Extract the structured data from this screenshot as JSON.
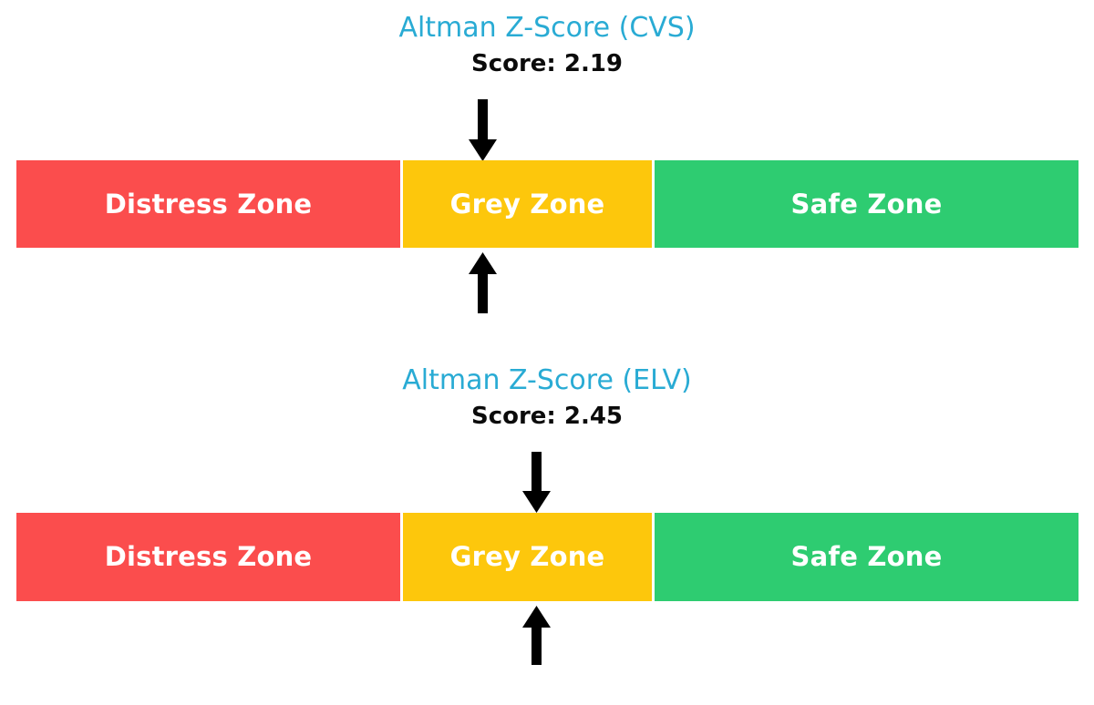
{
  "page": {
    "background_color": "#ffffff",
    "title_color": "#29abd4",
    "score_color": "#0b0b0b",
    "arrow_color": "#000000",
    "label_color": "#ffffff"
  },
  "chart_data": {
    "type": "bar",
    "title": "Altman Z-Score Zone Gauges",
    "xlabel": "",
    "ylabel": "",
    "charts": [
      {
        "title": "Altman Z-Score (CVS)",
        "score_label": "Score: 2.19",
        "score_value": 2.19,
        "ticker": "CVS",
        "marker_zone": "Grey Zone",
        "categories": [
          "Distress Zone",
          "Grey Zone",
          "Safe Zone"
        ],
        "values": [
          36.1,
          23.4,
          40.5
        ],
        "colors": [
          "#fb4d4d",
          "#fdc70c",
          "#2ecc71"
        ],
        "markers": [
          {
            "name": "top-down-arrow",
            "direction": "down",
            "position_pct": 43.8
          },
          {
            "name": "bottom-up-arrow",
            "direction": "up",
            "position_pct": 43.8
          }
        ]
      },
      {
        "title": "Altman Z-Score (ELV)",
        "score_label": "Score: 2.45",
        "score_value": 2.45,
        "ticker": "ELV",
        "marker_zone": "Grey Zone",
        "categories": [
          "Distress Zone",
          "Grey Zone",
          "Safe Zone"
        ],
        "values": [
          36.1,
          23.4,
          40.5
        ],
        "colors": [
          "#fb4d4d",
          "#fdc70c",
          "#2ecc71"
        ],
        "markers": [
          {
            "name": "top-down-arrow",
            "direction": "down",
            "position_pct": 48.9
          },
          {
            "name": "bottom-up-arrow",
            "direction": "up",
            "position_pct": 48.9
          }
        ]
      }
    ]
  },
  "charts": [
    {
      "title": "Altman Z-Score (CVS)",
      "score_label": "Score: 2.19",
      "zones": [
        {
          "label": "Distress Zone",
          "color": "#fb4d4d"
        },
        {
          "label": "Grey Zone",
          "color": "#fdc70c"
        },
        {
          "label": "Safe Zone",
          "color": "#2ecc71"
        }
      ]
    },
    {
      "title": "Altman Z-Score (ELV)",
      "score_label": "Score: 2.45",
      "zones": [
        {
          "label": "Distress Zone",
          "color": "#fb4d4d"
        },
        {
          "label": "Grey Zone",
          "color": "#fdc70c"
        },
        {
          "label": "Safe Zone",
          "color": "#2ecc71"
        }
      ]
    }
  ]
}
